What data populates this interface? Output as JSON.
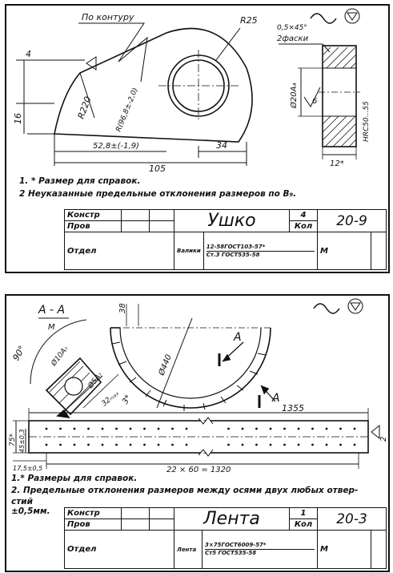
{
  "sheet1": {
    "dims": {
      "po_konturu": "По контуру",
      "r25": "R25",
      "chamfer": "0,5×45°",
      "chamfer_count": "2фаски",
      "d4": "4",
      "d16": "16",
      "r220": "R220",
      "arc": "R(96,8±-2,0)",
      "dim528": "52,8±(-1,9)",
      "dim34": "34",
      "dim105": "105",
      "bore": "Ø20A₄",
      "rough6": "6",
      "hrc": "HRC50...55",
      "dim12": "12*"
    },
    "notes": [
      "1. * Размер для справок.",
      "2  Неуказанные предельные отклонения размеров по В₉."
    ],
    "title_block": {
      "konstr": "Констр",
      "prov": "Пров",
      "otdel": "Отдел",
      "name": "Ушко",
      "qty": "4",
      "kol": "Кол",
      "code": "20-9",
      "mat_label": "Валики",
      "mat_line1": "12-58ГОСТ103-57*",
      "mat_line2": "Ст.3 ГОСТ535-58",
      "m": "М"
    }
  },
  "sheet2": {
    "dims": {
      "section": "А - А",
      "section_scale": "М",
      "angle": "90°",
      "hole1": "Ø10A₇",
      "hole2": "Ø5A₇",
      "d32": "32ₘₐₓ",
      "d38": "38",
      "d440": "Ø440",
      "d3": "3*",
      "arrowA1": "А",
      "arrowA2": "А",
      "d1355": "1355",
      "d75": "75*",
      "d45": "45±0,3",
      "d175": "17,5±0,5",
      "chain": "22 × 60 = 1320",
      "d2": "2"
    },
    "notes": [
      "1.* Размеры для справок.",
      "2. Предельные отклонения размеров между осями двух любых отвер-",
      "    стий",
      "±0,5мм."
    ],
    "title_block": {
      "konstr": "Констр",
      "prov": "Пров",
      "otdel": "Отдел",
      "name": "Лента",
      "qty": "1",
      "kol": "Кол",
      "code": "20-3",
      "mat_label": "Лента",
      "mat_line1": "3×75ГОСТ6009-57*",
      "mat_line2": "Ст5 ГОСТ535-58",
      "m": "М"
    }
  }
}
